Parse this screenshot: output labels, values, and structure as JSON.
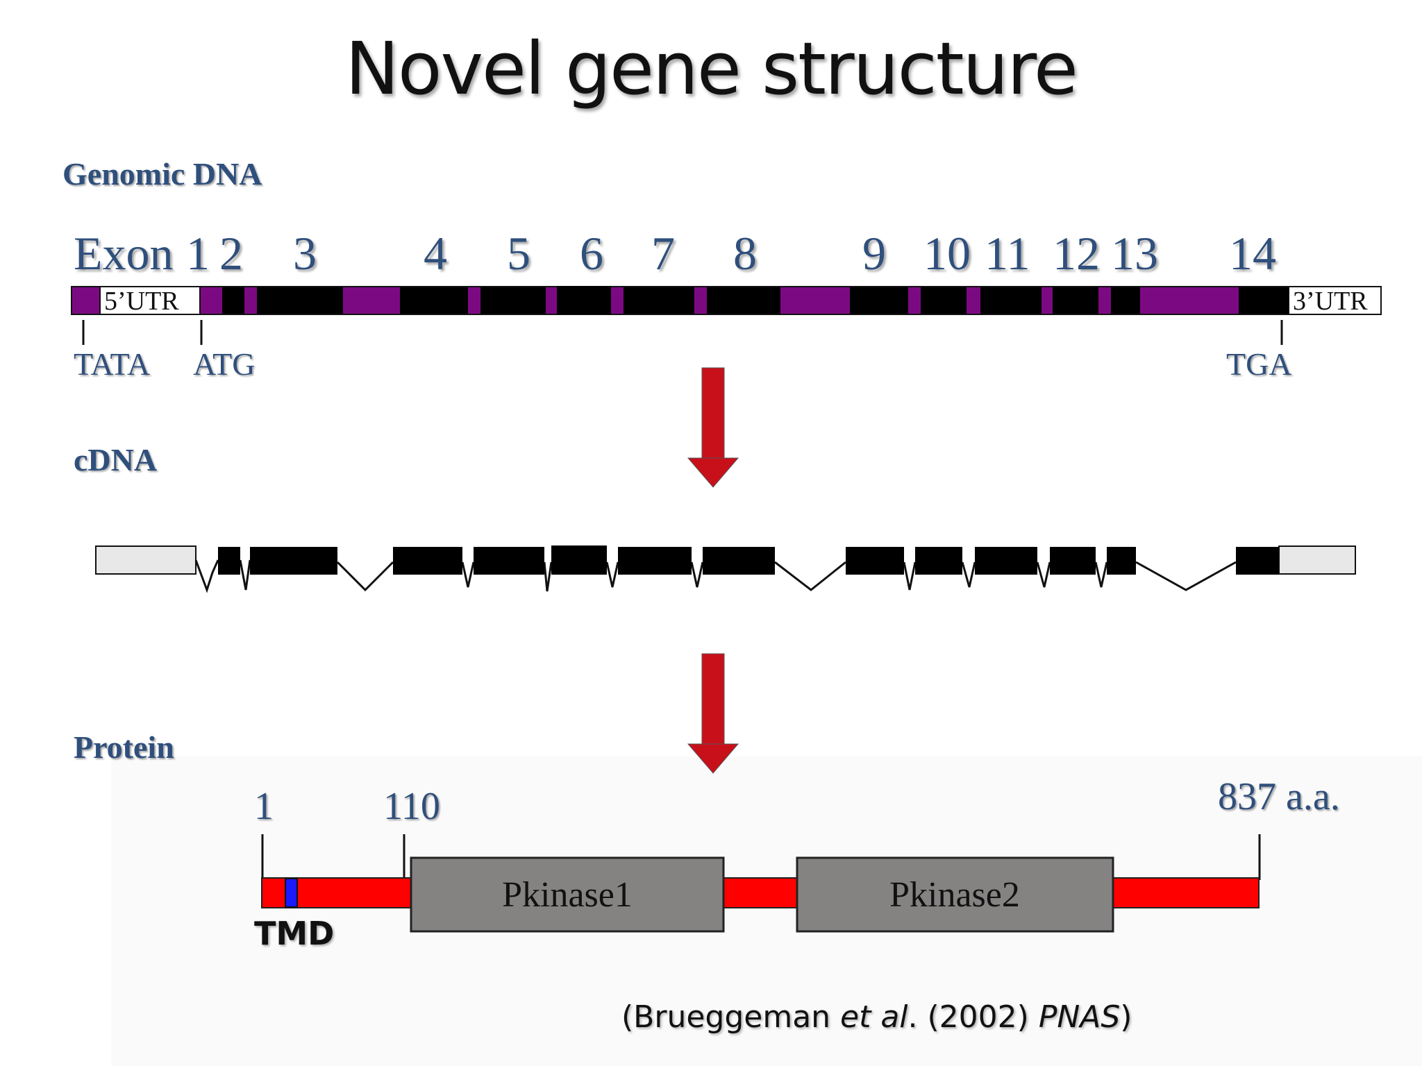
{
  "title": "Novel gene structure",
  "sections": {
    "genomic": "Genomic DNA",
    "cdna": "cDNA",
    "protein": "Protein"
  },
  "exon_label": "Exon",
  "exon_numbers": [
    "1",
    "2",
    "3",
    "4",
    "5",
    "6",
    "7",
    "8",
    "9",
    "10",
    "11",
    "12",
    "13",
    "14"
  ],
  "utr": {
    "five": "5’UTR",
    "three": "3’UTR"
  },
  "markers": {
    "tata": "TATA",
    "atg": "ATG",
    "tga": "TGA"
  },
  "protein": {
    "start": "1",
    "tmd_end": "110",
    "end": "837 a.a.",
    "domains": [
      "Pkinase1",
      "Pkinase2"
    ],
    "tmd_label": "TMD"
  },
  "citation": {
    "author": "Brueggeman ",
    "etal": "et al",
    "year": ". (2002) ",
    "journal": "PNAS"
  },
  "colors": {
    "exon": "#000000",
    "intron": "#7b0a82",
    "utr": "#ffffff",
    "arrow": "#c8101a",
    "protein_backbone": "#ff0000",
    "domain": "#858282",
    "tmd": "#1a1aff",
    "label": "#2f4f7c"
  }
}
